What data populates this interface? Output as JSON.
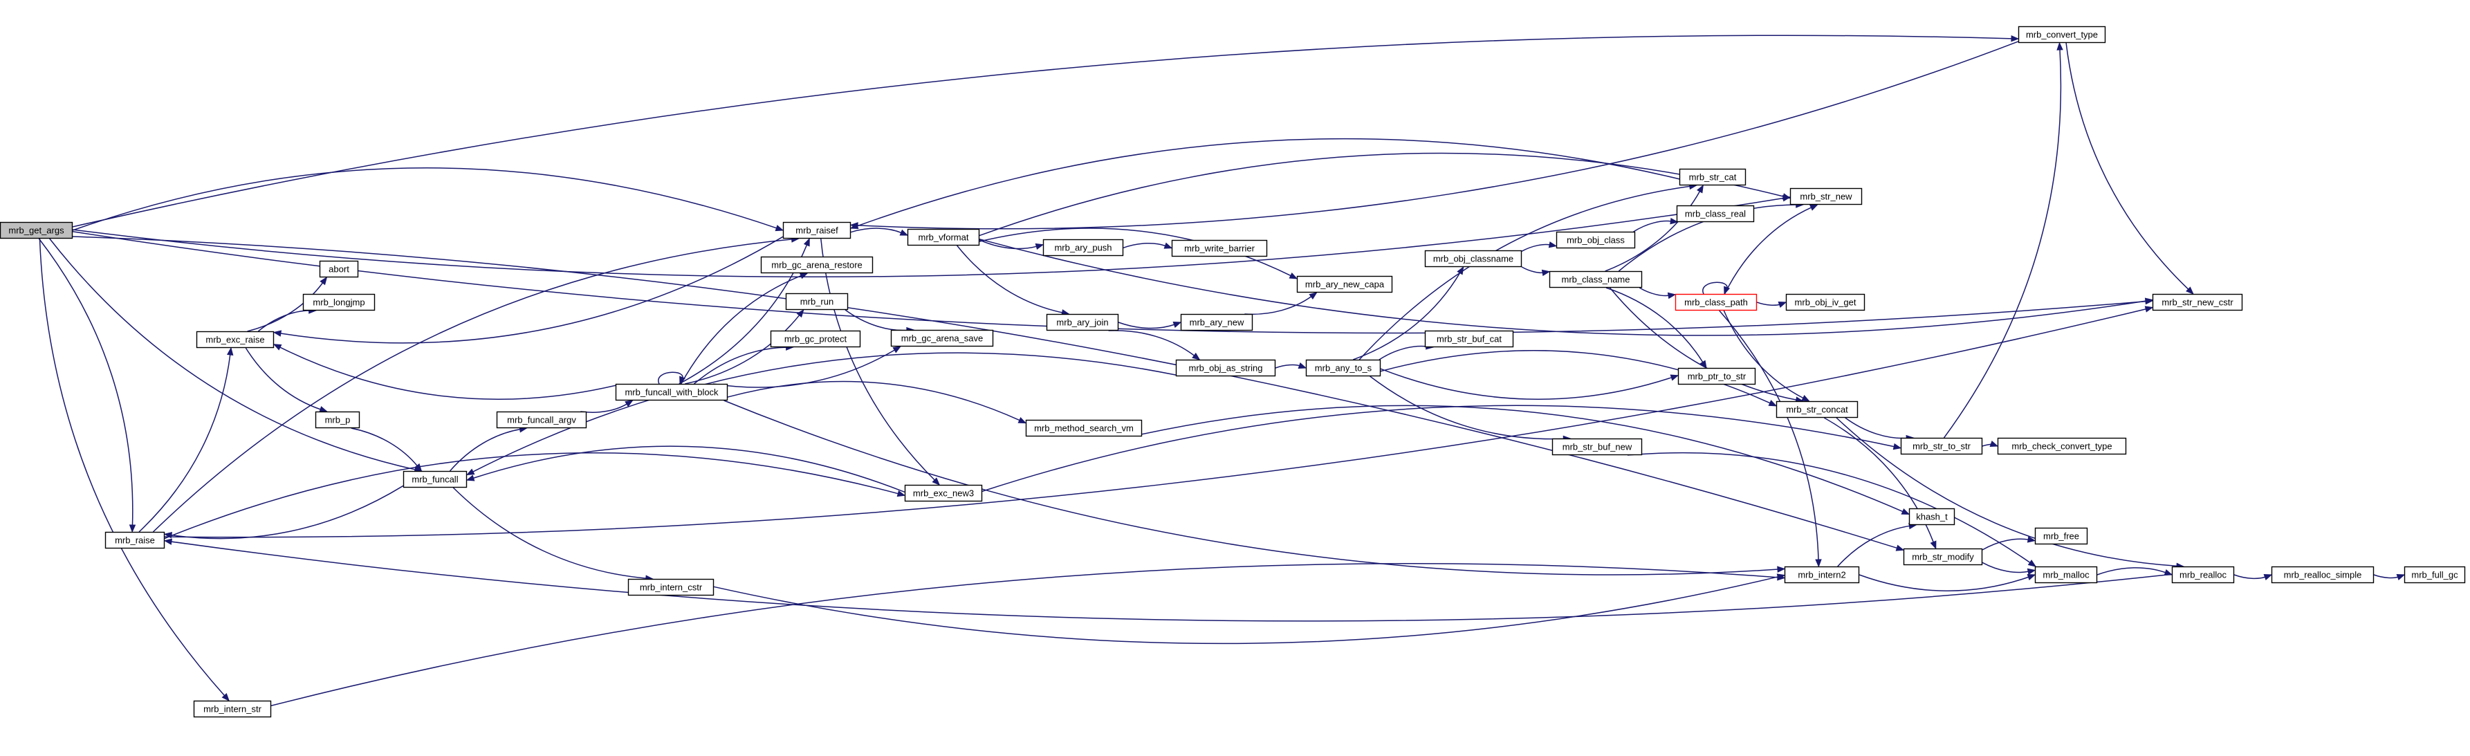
{
  "graph": {
    "nodes": [
      {
        "id": "mrb_get_args",
        "label": "mrb_get_args",
        "root": true
      },
      {
        "id": "mrb_convert_type",
        "label": "mrb_convert_type"
      },
      {
        "id": "mrb_str_new",
        "label": "mrb_str_new"
      },
      {
        "id": "mrb_raisef",
        "label": "mrb_raisef"
      },
      {
        "id": "mrb_funcall",
        "label": "mrb_funcall"
      },
      {
        "id": "mrb_raise",
        "label": "mrb_raise"
      },
      {
        "id": "mrb_intern_str",
        "label": "mrb_intern_str"
      },
      {
        "id": "mrb_intern2",
        "label": "mrb_intern2"
      },
      {
        "id": "mrb_str_modify",
        "label": "mrb_str_modify"
      },
      {
        "id": "mrb_str_new_cstr",
        "label": "mrb_str_new_cstr"
      },
      {
        "id": "mrb_exc_raise",
        "label": "mrb_exc_raise"
      },
      {
        "id": "abort",
        "label": "abort"
      },
      {
        "id": "mrb_longjmp",
        "label": "mrb_longjmp"
      },
      {
        "id": "mrb_p",
        "label": "mrb_p"
      },
      {
        "id": "mrb_funcall_argv",
        "label": "mrb_funcall_argv"
      },
      {
        "id": "mrb_funcall_with_block",
        "label": "mrb_funcall_with_block"
      },
      {
        "id": "mrb_intern_cstr",
        "label": "mrb_intern_cstr"
      },
      {
        "id": "mrb_exc_new3",
        "label": "mrb_exc_new3"
      },
      {
        "id": "mrb_gc_arena_restore",
        "label": "mrb_gc_arena_restore"
      },
      {
        "id": "mrb_run",
        "label": "mrb_run"
      },
      {
        "id": "mrb_gc_protect",
        "label": "mrb_gc_protect"
      },
      {
        "id": "mrb_gc_arena_save",
        "label": "mrb_gc_arena_save"
      },
      {
        "id": "mrb_method_search_vm",
        "label": "mrb_method_search_vm"
      },
      {
        "id": "khash_t",
        "label": "khash_t"
      },
      {
        "id": "mrb_vformat",
        "label": "mrb_vformat"
      },
      {
        "id": "mrb_ary_push",
        "label": "mrb_ary_push"
      },
      {
        "id": "mrb_write_barrier",
        "label": "mrb_write_barrier"
      },
      {
        "id": "mrb_ary_new_capa",
        "label": "mrb_ary_new_capa"
      },
      {
        "id": "mrb_ary_join",
        "label": "mrb_ary_join"
      },
      {
        "id": "mrb_ary_new",
        "label": "mrb_ary_new"
      },
      {
        "id": "mrb_obj_as_string",
        "label": "mrb_obj_as_string"
      },
      {
        "id": "mrb_any_to_s",
        "label": "mrb_any_to_s"
      },
      {
        "id": "mrb_str_cat",
        "label": "mrb_str_cat"
      },
      {
        "id": "mrb_obj_classname",
        "label": "mrb_obj_classname"
      },
      {
        "id": "mrb_str_buf_cat",
        "label": "mrb_str_buf_cat"
      },
      {
        "id": "mrb_ptr_to_str",
        "label": "mrb_ptr_to_str"
      },
      {
        "id": "mrb_str_concat",
        "label": "mrb_str_concat"
      },
      {
        "id": "mrb_str_buf_new",
        "label": "mrb_str_buf_new"
      },
      {
        "id": "mrb_obj_class",
        "label": "mrb_obj_class"
      },
      {
        "id": "mrb_class_name",
        "label": "mrb_class_name"
      },
      {
        "id": "mrb_class_real",
        "label": "mrb_class_real"
      },
      {
        "id": "mrb_class_path",
        "label": "mrb_class_path",
        "red": true
      },
      {
        "id": "mrb_obj_iv_get",
        "label": "mrb_obj_iv_get"
      },
      {
        "id": "mrb_str_to_str",
        "label": "mrb_str_to_str"
      },
      {
        "id": "mrb_check_convert_type",
        "label": "mrb_check_convert_type"
      },
      {
        "id": "mrb_free",
        "label": "mrb_free"
      },
      {
        "id": "mrb_malloc",
        "label": "mrb_malloc"
      },
      {
        "id": "mrb_realloc",
        "label": "mrb_realloc"
      },
      {
        "id": "mrb_realloc_simple",
        "label": "mrb_realloc_simple"
      },
      {
        "id": "mrb_full_gc",
        "label": "mrb_full_gc"
      }
    ],
    "edges": [
      [
        "mrb_get_args",
        "mrb_convert_type"
      ],
      [
        "mrb_get_args",
        "mrb_str_new"
      ],
      [
        "mrb_get_args",
        "mrb_raisef"
      ],
      [
        "mrb_get_args",
        "mrb_funcall"
      ],
      [
        "mrb_get_args",
        "mrb_raise"
      ],
      [
        "mrb_get_args",
        "mrb_intern_str"
      ],
      [
        "mrb_get_args",
        "mrb_str_modify"
      ],
      [
        "mrb_get_args",
        "mrb_str_new_cstr"
      ],
      [
        "mrb_convert_type",
        "mrb_raisef"
      ],
      [
        "mrb_convert_type",
        "mrb_str_new_cstr"
      ],
      [
        "mrb_raisef",
        "mrb_vformat"
      ],
      [
        "mrb_raisef",
        "mrb_exc_new3"
      ],
      [
        "mrb_raisef",
        "mrb_exc_raise"
      ],
      [
        "mrb_vformat",
        "mrb_ary_push"
      ],
      [
        "mrb_vformat",
        "mrb_ary_new_capa"
      ],
      [
        "mrb_vformat",
        "mrb_ary_join"
      ],
      [
        "mrb_vformat",
        "mrb_str_new"
      ],
      [
        "mrb_vformat",
        "mrb_str_new_cstr"
      ],
      [
        "mrb_ary_push",
        "mrb_write_barrier"
      ],
      [
        "mrb_ary_join",
        "mrb_ary_new"
      ],
      [
        "mrb_ary_join",
        "mrb_obj_as_string"
      ],
      [
        "mrb_ary_new",
        "mrb_ary_new_capa"
      ],
      [
        "mrb_obj_as_string",
        "mrb_any_to_s"
      ],
      [
        "mrb_obj_as_string",
        "mrb_funcall"
      ],
      [
        "mrb_any_to_s",
        "mrb_str_cat"
      ],
      [
        "mrb_any_to_s",
        "mrb_obj_classname"
      ],
      [
        "mrb_any_to_s",
        "mrb_str_buf_cat"
      ],
      [
        "mrb_any_to_s",
        "mrb_ptr_to_str"
      ],
      [
        "mrb_any_to_s",
        "mrb_str_concat"
      ],
      [
        "mrb_any_to_s",
        "mrb_str_buf_new"
      ],
      [
        "mrb_obj_classname",
        "mrb_obj_class"
      ],
      [
        "mrb_obj_classname",
        "mrb_class_name"
      ],
      [
        "mrb_obj_class",
        "mrb_class_real"
      ],
      [
        "mrb_class_name",
        "mrb_class_path"
      ],
      [
        "mrb_class_name",
        "mrb_str_new"
      ],
      [
        "mrb_class_name",
        "mrb_str_cat"
      ],
      [
        "mrb_class_name",
        "mrb_ptr_to_str"
      ],
      [
        "mrb_class_name",
        "mrb_str_concat"
      ],
      [
        "mrb_class_path",
        "mrb_class_path"
      ],
      [
        "mrb_class_path",
        "mrb_obj_iv_get"
      ],
      [
        "mrb_class_path",
        "mrb_str_new"
      ],
      [
        "mrb_class_path",
        "mrb_str_concat"
      ],
      [
        "mrb_class_path",
        "mrb_intern2"
      ],
      [
        "mrb_str_concat",
        "mrb_str_to_str"
      ],
      [
        "mrb_str_concat",
        "mrb_str_modify"
      ],
      [
        "mrb_str_concat",
        "mrb_realloc"
      ],
      [
        "mrb_str_to_str",
        "mrb_check_convert_type"
      ],
      [
        "mrb_str_to_str",
        "mrb_convert_type"
      ],
      [
        "mrb_str_buf_new",
        "mrb_malloc"
      ],
      [
        "mrb_str_cat",
        "mrb_raisef"
      ],
      [
        "mrb_str_modify",
        "mrb_free"
      ],
      [
        "mrb_str_modify",
        "mrb_malloc"
      ],
      [
        "mrb_malloc",
        "mrb_realloc"
      ],
      [
        "mrb_realloc",
        "mrb_realloc_simple"
      ],
      [
        "mrb_realloc",
        "mrb_raise"
      ],
      [
        "mrb_realloc_simple",
        "mrb_full_gc"
      ],
      [
        "mrb_intern2",
        "khash_t"
      ],
      [
        "mrb_intern2",
        "mrb_malloc"
      ],
      [
        "mrb_funcall",
        "mrb_funcall_argv"
      ],
      [
        "mrb_funcall",
        "mrb_intern_cstr"
      ],
      [
        "mrb_funcall",
        "mrb_raise"
      ],
      [
        "mrb_funcall_argv",
        "mrb_funcall_with_block"
      ],
      [
        "mrb_funcall_with_block",
        "mrb_funcall_with_block"
      ],
      [
        "mrb_funcall_with_block",
        "mrb_raisef"
      ],
      [
        "mrb_funcall_with_block",
        "mrb_gc_arena_restore"
      ],
      [
        "mrb_funcall_with_block",
        "mrb_run"
      ],
      [
        "mrb_funcall_with_block",
        "mrb_gc_protect"
      ],
      [
        "mrb_funcall_with_block",
        "mrb_gc_arena_save"
      ],
      [
        "mrb_funcall_with_block",
        "mrb_method_search_vm"
      ],
      [
        "mrb_funcall_with_block",
        "mrb_intern2"
      ],
      [
        "mrb_funcall_with_block",
        "mrb_exc_raise"
      ],
      [
        "mrb_run",
        "mrb_gc_arena_save"
      ],
      [
        "mrb_method_search_vm",
        "khash_t"
      ],
      [
        "mrb_intern_cstr",
        "mrb_intern2"
      ],
      [
        "mrb_intern_str",
        "mrb_intern2"
      ],
      [
        "mrb_exc_new3",
        "mrb_funcall"
      ],
      [
        "mrb_exc_new3",
        "mrb_str_to_str"
      ],
      [
        "mrb_exc_raise",
        "abort"
      ],
      [
        "mrb_exc_raise",
        "mrb_longjmp"
      ],
      [
        "mrb_exc_raise",
        "mrb_p"
      ],
      [
        "mrb_p",
        "mrb_funcall"
      ],
      [
        "mrb_raise",
        "mrb_exc_raise"
      ],
      [
        "mrb_raise",
        "mrb_exc_new3"
      ],
      [
        "mrb_raise",
        "mrb_str_new_cstr"
      ],
      [
        "mrb_raise",
        "mrb_raisef"
      ]
    ]
  }
}
